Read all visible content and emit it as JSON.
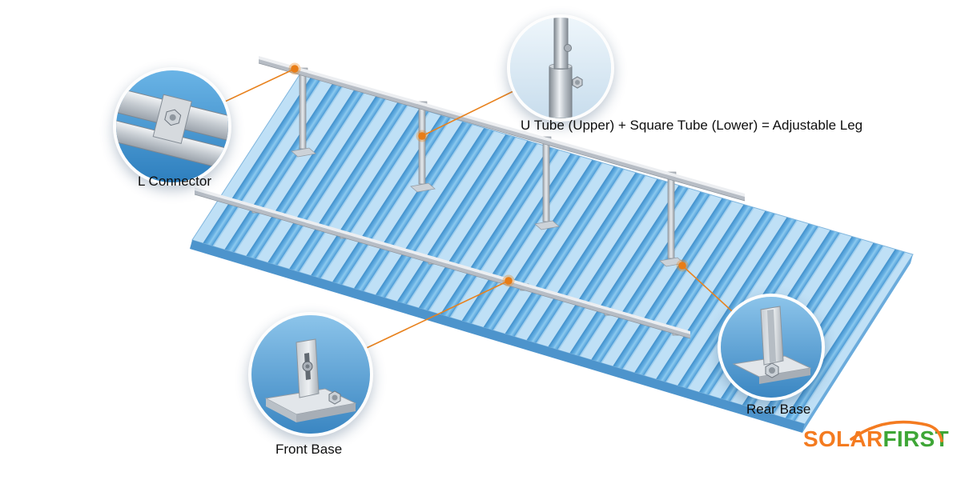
{
  "callouts": {
    "l_connector": {
      "label": "L Connector"
    },
    "adjustable_leg": {
      "label": "U Tube (Upper) + Square Tube (Lower) = Adjustable Leg"
    },
    "front_base": {
      "label": "Front Base"
    },
    "rear_base": {
      "label": "Rear Base"
    }
  },
  "logo": {
    "solar": "SOLAR",
    "first": "FIRST"
  },
  "colors": {
    "callout_accent": "#e8821e",
    "roof_pan": "#bfe0f6",
    "roof_ridge": "#57a7e0",
    "rail_silver": "#eceef1",
    "logo_orange": "#f47b20",
    "logo_green": "#3ea636"
  }
}
